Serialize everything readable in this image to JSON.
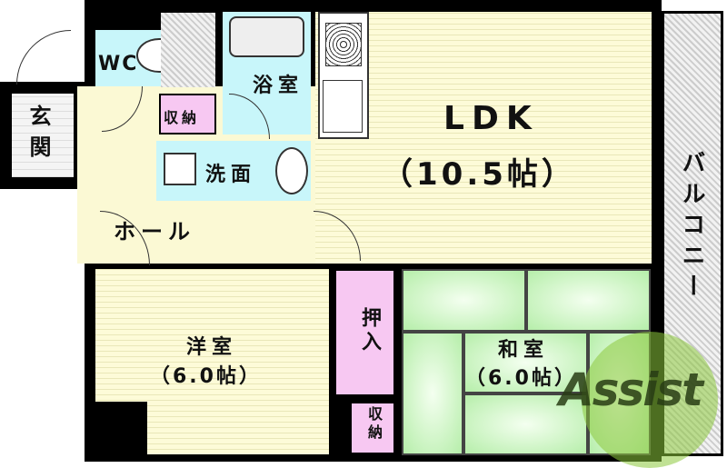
{
  "rooms": {
    "genkan": "玄関",
    "wc": "WC",
    "bath": "浴室",
    "storage1": "収納",
    "washroom": "洗面",
    "hall": "ホール",
    "ldk": "LDK",
    "ldk_size": "（10.5帖）",
    "western": "洋室",
    "western_size": "（6.0帖）",
    "oshiire": "押入",
    "storage2": "収納",
    "japanese": "和室",
    "japanese_size": "（6.0帖）",
    "balcony": "バルコニー"
  },
  "watermark": "Assist",
  "colors": {
    "wet_area": "#c8f6fa",
    "storage": "#f7c8f2",
    "tatami": "#b6eeaa",
    "floor": "#fdfbd8"
  }
}
